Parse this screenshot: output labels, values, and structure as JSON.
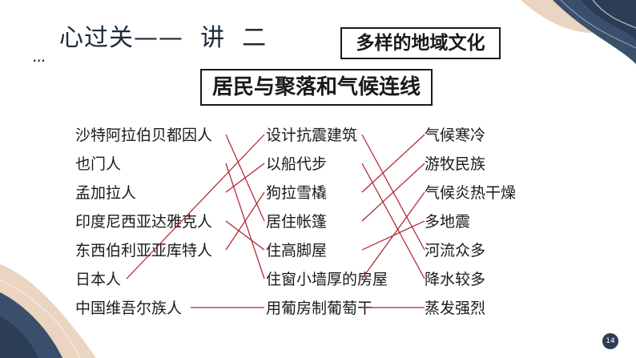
{
  "header": {
    "title": "心过关——  讲  二",
    "ellipsis": "...",
    "topic_box": "多样的地域文化",
    "task_box": "居民与聚落和气候连线"
  },
  "columns": {
    "residents": [
      "沙特阿拉伯贝都因人",
      "也门人",
      "孟加拉人",
      "印度尼西亚达雅克人",
      "东西伯利亚亚库特人",
      "日本人",
      "中国维吾尔族人"
    ],
    "settlements": [
      "设计抗震建筑",
      "以船代步",
      "狗拉雪橇",
      "居住帐篷",
      "住高脚屋",
      "住窗小墙厚的房屋",
      "用葡房制葡萄干"
    ],
    "climates": [
      "气候寒冷",
      "游牧民族",
      "气候炎热干燥",
      "多地震",
      "河流众多",
      "降水较多",
      "蒸发强烈"
    ]
  },
  "connections": {
    "resident_to_settlement": [
      [
        0,
        3
      ],
      [
        1,
        5
      ],
      [
        2,
        1
      ],
      [
        3,
        4
      ],
      [
        4,
        2
      ],
      [
        5,
        0
      ],
      [
        6,
        6
      ]
    ],
    "settlement_to_climate": [
      [
        0,
        4
      ],
      [
        1,
        5
      ],
      [
        2,
        0
      ],
      [
        3,
        1
      ],
      [
        4,
        3
      ],
      [
        5,
        2
      ],
      [
        6,
        6
      ]
    ]
  },
  "colors": {
    "line": "#b01e2a",
    "navy": "#2c3e55",
    "tan": "#e9d5c0"
  },
  "page_number": "14"
}
